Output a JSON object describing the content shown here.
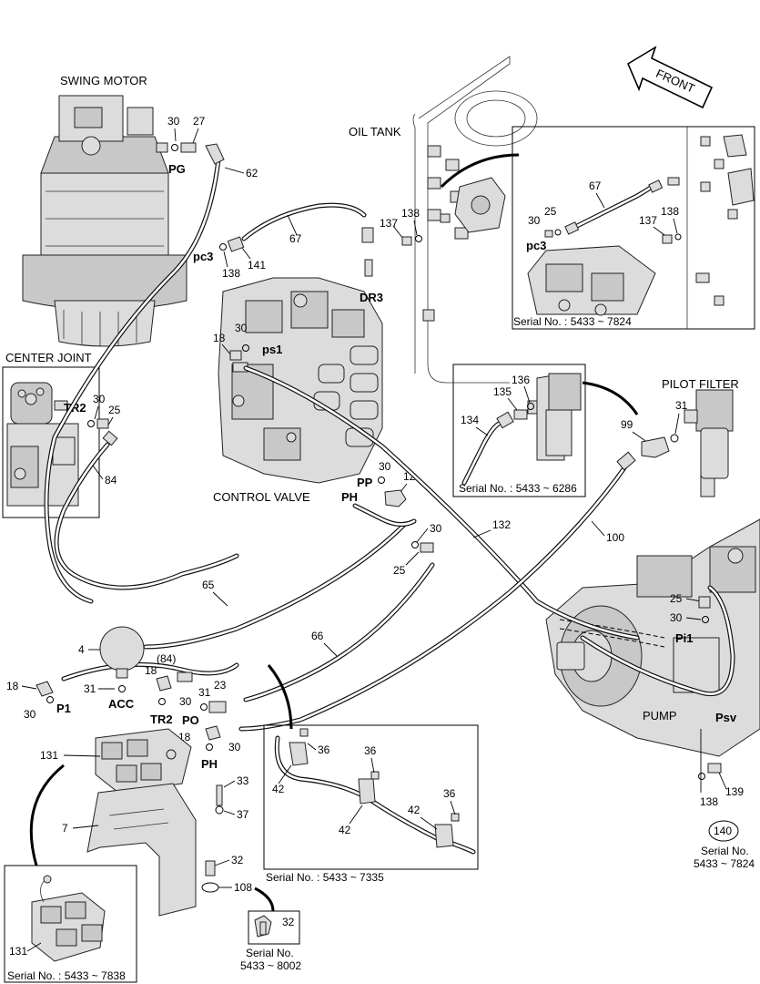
{
  "labels": {
    "swing_motor": "SWING MOTOR",
    "oil_tank": "OIL TANK",
    "front": "FRONT",
    "center_joint": "CENTER JOINT",
    "control_valve": "CONTROL VALVE",
    "pilot_filter": "PILOT FILTER",
    "pump": "PUMP"
  },
  "ports": {
    "pg": "PG",
    "pc3": "pc3",
    "pc3_inset": "pc3",
    "dr3": "DR3",
    "ps1": "ps1",
    "tr2": "TR2",
    "tr2_lower": "TR2",
    "pp": "PP",
    "ph": "PH",
    "ph_lower": "PH",
    "pi1": "Pi1",
    "psv": "Psv",
    "p1": "P1",
    "acc": "ACC",
    "po": "PO"
  },
  "serials": {
    "oil_tank_inset": "Serial No. : 5433 ~ 7824",
    "pilot_filter_inset": "Serial No. : 5433 ~ 6286",
    "pump_inset_line1": "Serial No.",
    "pump_inset_line2": "5433 ~ 7824",
    "clamp_inset": "Serial No. : 5433 ~ 7335",
    "bolt_inset_line1": "Serial No.",
    "bolt_inset_line2": "5433 ~ 8002",
    "valve_inset": "Serial No. : 5433 ~ 7838"
  },
  "callouts": {
    "n30_pg": "30",
    "n27": "27",
    "n62": "62",
    "n67": "67",
    "n138_cv": "138",
    "n141": "141",
    "n30_ps1": "30",
    "n18_ps1": "18",
    "n30_tr2": "30",
    "n25_tr2": "25",
    "n84": "84",
    "n30_pp": "30",
    "n12": "12",
    "n30_ph": "30",
    "n25_ph": "25",
    "n132": "132",
    "n100": "100",
    "n65": "65",
    "n66": "66",
    "n4": "4",
    "n84_paren": "(84)",
    "n18_left": "18",
    "n30_left": "30",
    "n31_acc": "31",
    "n18_tr2": "18",
    "n30_tr2b": "30",
    "n31_po": "31",
    "n23": "23",
    "n18_po": "18",
    "n30_po": "30",
    "n33": "33",
    "n37": "37",
    "n131": "131",
    "n7": "7",
    "n32": "32",
    "n108": "108",
    "n32_inset": "32",
    "n131_inset": "131",
    "n36_a": "36",
    "n42_a": "42",
    "n36_b": "36",
    "n42_b": "42",
    "n42_c": "42",
    "n36_c": "36",
    "n25_pi1": "25",
    "n30_pi1": "30",
    "n138_pump": "138",
    "n139": "139",
    "n140": "140",
    "n67_tank": "67",
    "n30_tank": "30",
    "n25_tank": "25",
    "n137_tank": "137",
    "n138_tank": "138",
    "n137_ot": "137",
    "n138_ot": "138",
    "n134": "134",
    "n135": "135",
    "n136": "136",
    "n99": "99",
    "n31_pf": "31"
  }
}
